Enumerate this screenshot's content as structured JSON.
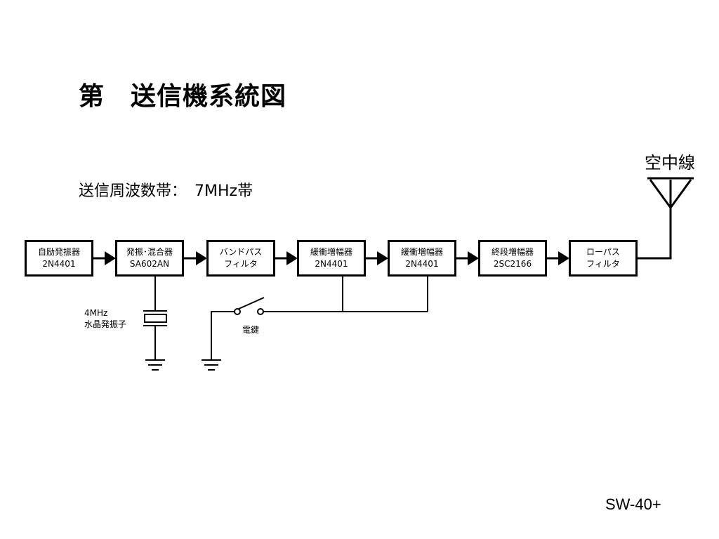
{
  "title": "第　送信機系統図",
  "band": "送信周波数帯：　7MHz帯",
  "antenna_label": "空中線",
  "blocks": [
    {
      "name": "自励発振器",
      "part": "2N4401"
    },
    {
      "name": "発振･混合器",
      "part": "SA602AN"
    },
    {
      "name": "バンドパス",
      "part": "フィルタ"
    },
    {
      "name": "緩衝増幅器",
      "part": "2N4401"
    },
    {
      "name": "緩衝増幅器",
      "part": "2N4401"
    },
    {
      "name": "終段増幅器",
      "part": "2SC2166"
    },
    {
      "name": "ローパス",
      "part": "フィルタ"
    }
  ],
  "crystal": {
    "freq": "4MHz",
    "label": "水晶発振子"
  },
  "key_label": "電鍵",
  "footer": "SW-40+"
}
